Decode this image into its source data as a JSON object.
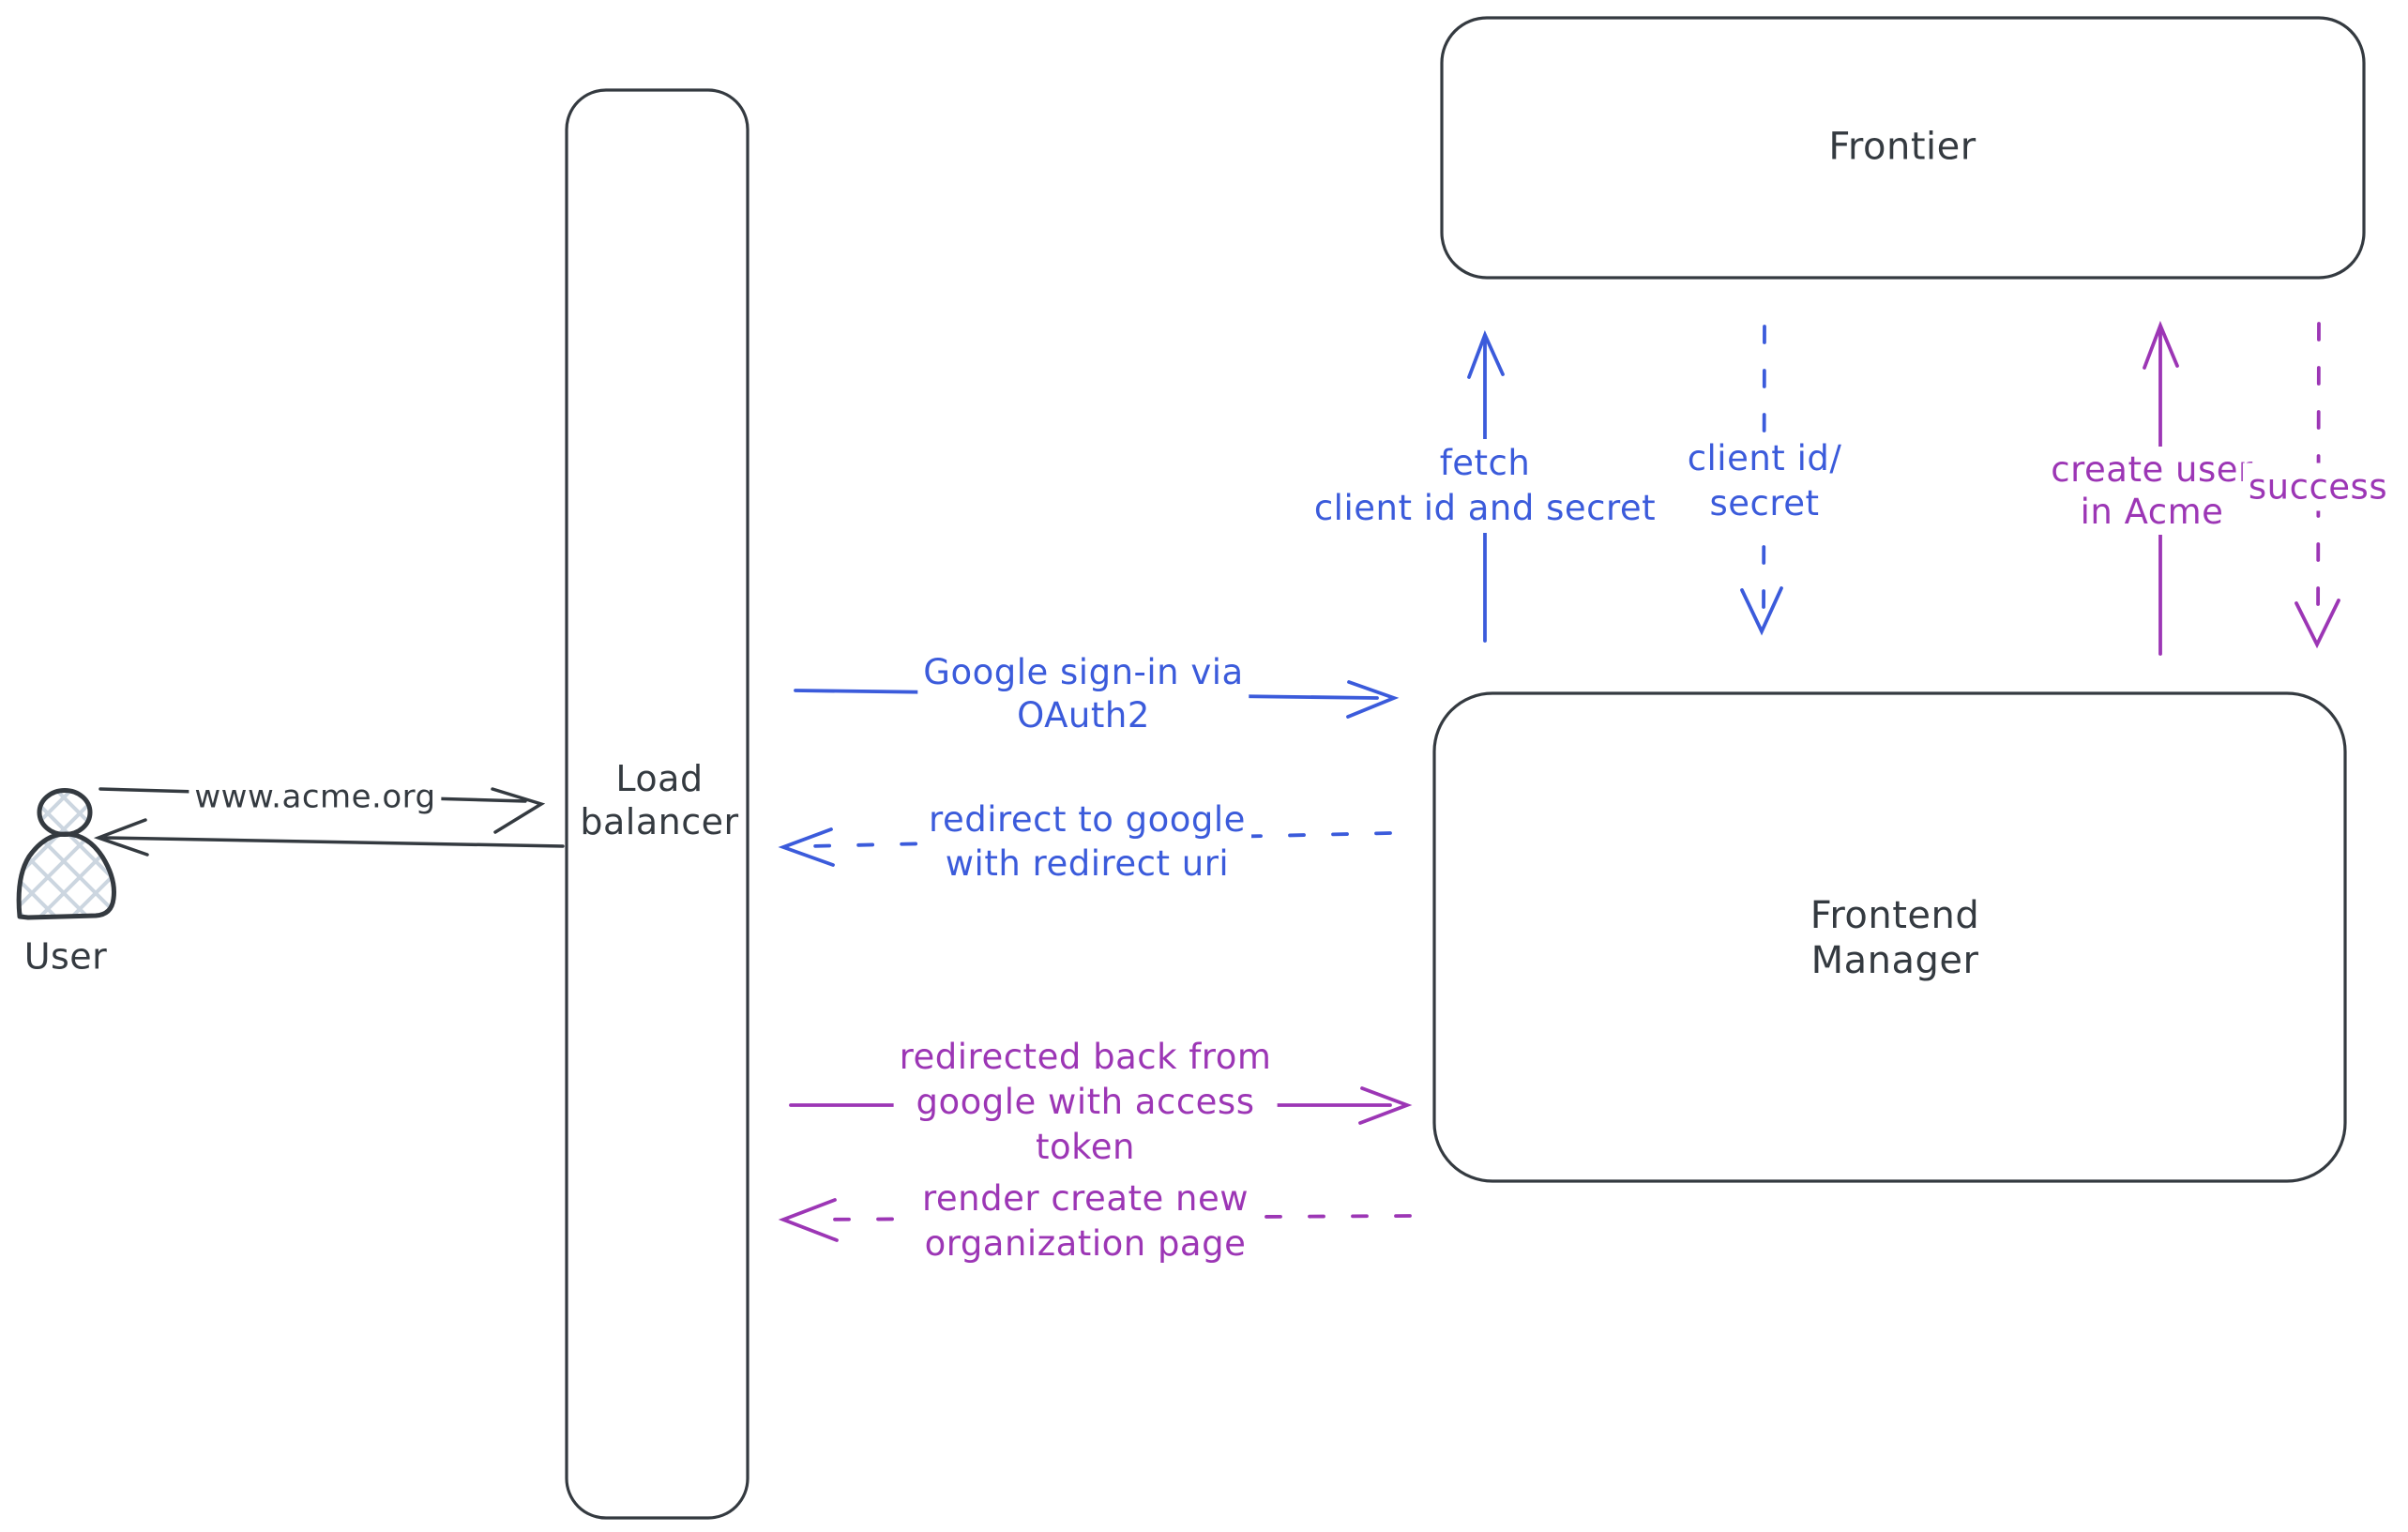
{
  "diagram": {
    "colors": {
      "stroke_dark": "#343a40",
      "flow_blue": "#3b5bdb",
      "flow_purple": "#9c36b5",
      "user_hatch": "#ccd6e0",
      "background": "#ffffff"
    },
    "actors": {
      "user": {
        "label": "User"
      },
      "load_balancer": {
        "line1": "Load",
        "line2": "balancer"
      },
      "frontier": {
        "label": "Frontier"
      },
      "frontend_manager": {
        "line1": "Frontend",
        "line2": "Manager"
      }
    },
    "flows": {
      "www": {
        "label": "www.acme.org"
      },
      "google_signin": {
        "line1": "Google sign-in via",
        "line2": "OAuth2"
      },
      "redirect": {
        "line1": "redirect to google",
        "line2": "with redirect uri"
      },
      "fetch_secret": {
        "line1": "fetch",
        "line2": "client id and secret"
      },
      "client_id": {
        "line1": "client id/",
        "line2": "secret"
      },
      "create_user": {
        "line1": "create user",
        "line2": "in Acme"
      },
      "success": {
        "label": "success"
      },
      "redirected_back": {
        "line1": "redirected back from",
        "line2": "google with access",
        "line3": "token"
      },
      "render_page": {
        "line1": "render create new",
        "line2": "organization page"
      }
    }
  }
}
